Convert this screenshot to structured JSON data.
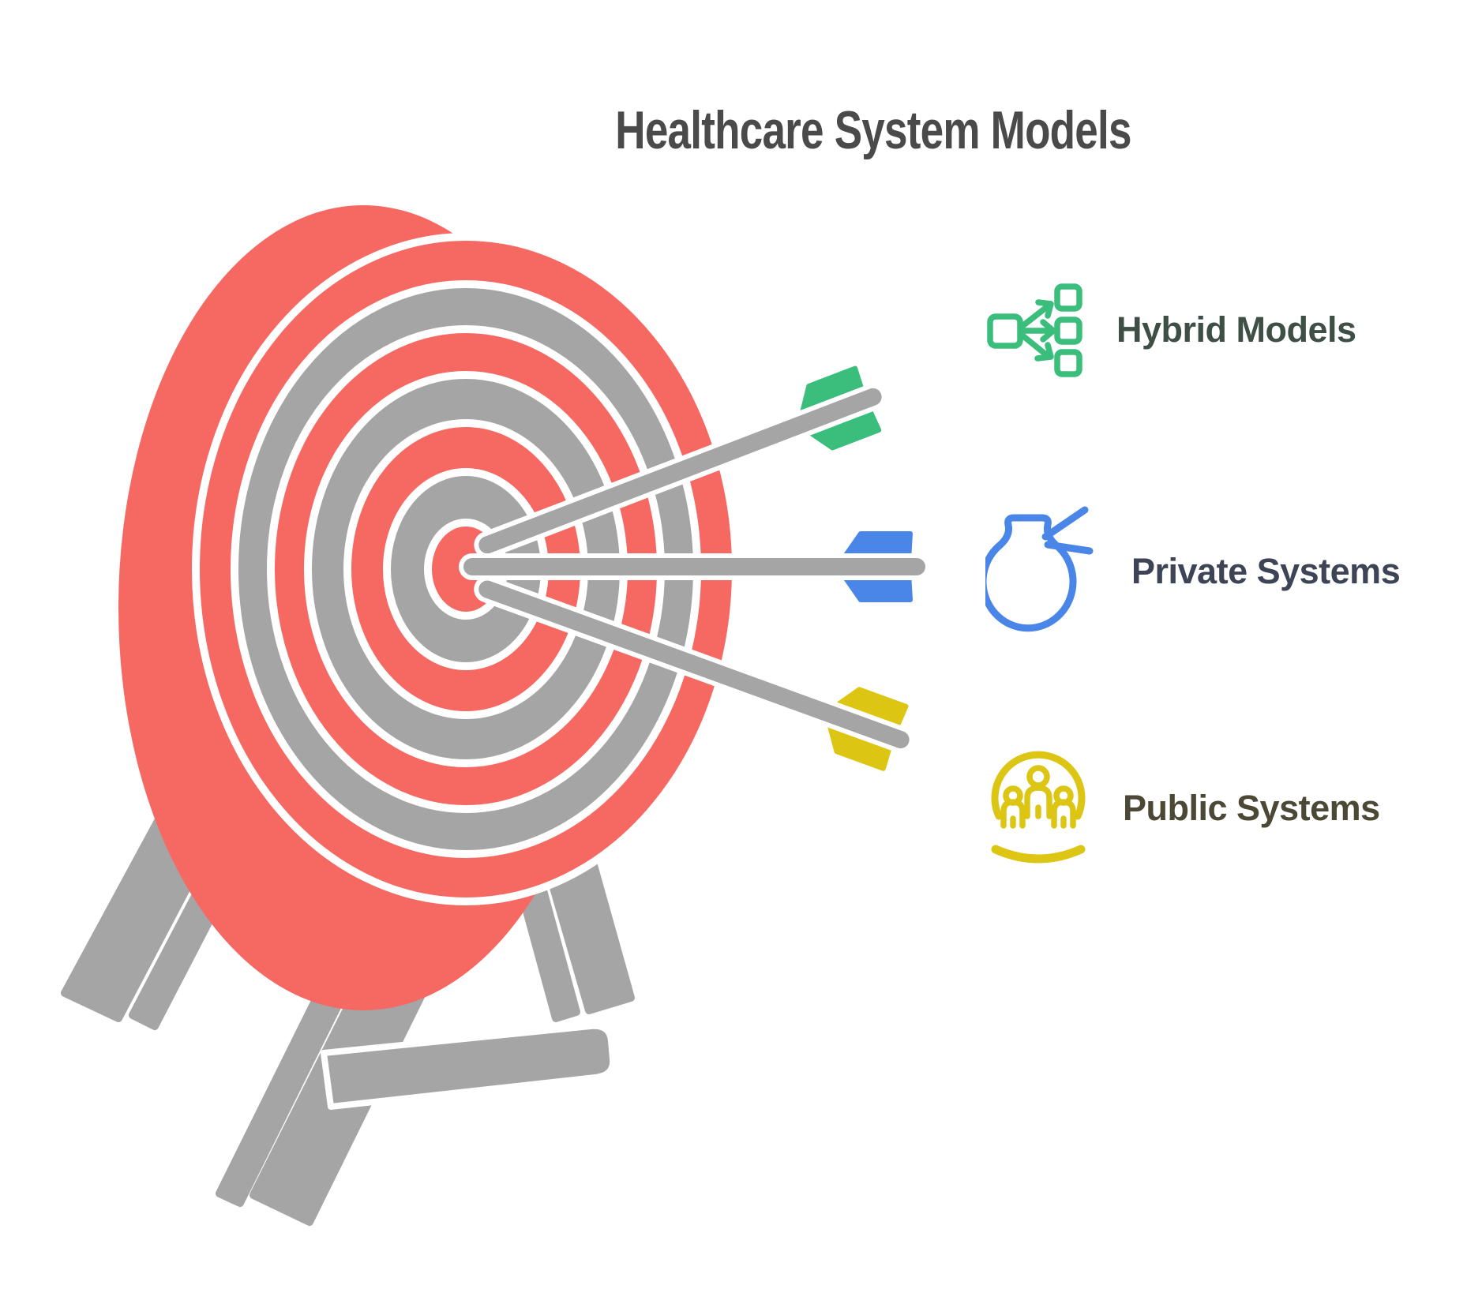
{
  "title": "Healthcare System Models",
  "colors": {
    "target_red": "#f66962",
    "target_gray": "#a5a5a5",
    "hybrid_green": "#3bbd7b",
    "private_blue": "#4a86e8",
    "public_yellow": "#dcc513",
    "title_text": "#4a4a4a",
    "hybrid_text": "#3e4f45",
    "private_text": "#3d4455",
    "public_text": "#4b4935",
    "background": "#ffffff"
  },
  "legend": {
    "items": [
      {
        "label": "Hybrid Models",
        "icon": "distribution-icon",
        "color": "#3bbd7b"
      },
      {
        "label": "Private Systems",
        "icon": "money-bag-icon",
        "color": "#4a86e8"
      },
      {
        "label": "Public Systems",
        "icon": "people-dome-icon",
        "color": "#dcc513"
      }
    ]
  },
  "target": {
    "description": "archery target on easel hit by three arrows in the bullseye",
    "ring_colors_outer_to_center": [
      "red",
      "gray",
      "red",
      "gray",
      "red",
      "gray",
      "red"
    ],
    "arrows": [
      {
        "fletching_color": "green",
        "points_to": "Hybrid Models"
      },
      {
        "fletching_color": "blue",
        "points_to": "Private Systems"
      },
      {
        "fletching_color": "yellow",
        "points_to": "Public Systems"
      }
    ]
  }
}
